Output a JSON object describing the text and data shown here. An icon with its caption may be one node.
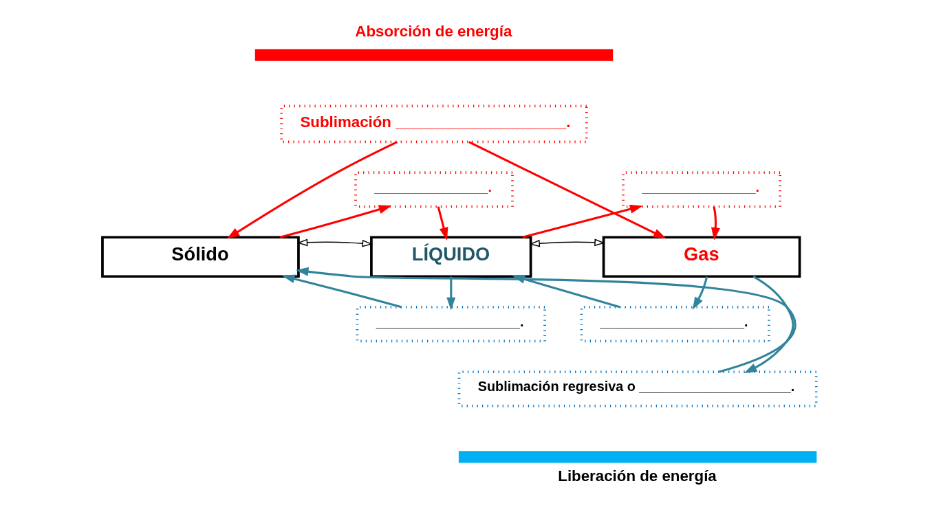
{
  "diagram": {
    "nodes": [
      {
        "text": [
          "Sólido"
        ]
      },
      {
        "text": [
          "LÍQUIDO"
        ]
      },
      {
        "text": [
          "Gas"
        ]
      },
      {
        "text": [
          "Sublimación ____________________."
        ]
      },
      {
        "text": [
          "_______________."
        ]
      },
      {
        "text": [
          "_______________."
        ]
      },
      {
        "text": [
          "___________________."
        ]
      },
      {
        "text": [
          "___________________."
        ]
      },
      {
        "text": [
          "Sublimación regresiva o ____________________."
        ]
      }
    ],
    "edges": [
      {
        "from": 3,
        "to": 0,
        "arrow": "to",
        "color": "#ff0000"
      },
      {
        "from": 3,
        "to": 2,
        "arrow": "to",
        "color": "#ff0000"
      },
      {
        "from": 0,
        "to": 4,
        "arrow": "to",
        "color": "#ff0000"
      },
      {
        "from": 4,
        "to": 1,
        "arrow": "to",
        "color": "#ff0000"
      },
      {
        "from": 1,
        "to": 5,
        "arrow": "to",
        "color": "#ff0000"
      },
      {
        "from": 5,
        "to": 2,
        "arrow": "to",
        "color": "#ff0000"
      },
      {
        "from": 0,
        "to": 1,
        "arrow": "both",
        "color": "#000000"
      },
      {
        "from": 1,
        "to": 2,
        "arrow": "both",
        "color": "#000000"
      },
      {
        "from": 1,
        "to": 6,
        "arrow": "to",
        "color": "#31849b"
      },
      {
        "from": 6,
        "to": 0,
        "arrow": "to",
        "color": "#31849b"
      },
      {
        "from": 2,
        "to": 7,
        "arrow": "to",
        "color": "#31849b"
      },
      {
        "from": 7,
        "to": 1,
        "arrow": "to",
        "color": "#31849b"
      },
      {
        "from": 2,
        "to": 8,
        "arrow": "to",
        "color": "#31849b"
      },
      {
        "from": 8,
        "to": 0,
        "arrow": "to",
        "color": "#31849b"
      }
    ],
    "labels": [
      "Absorción de energía",
      "Liberación de energía"
    ]
  }
}
